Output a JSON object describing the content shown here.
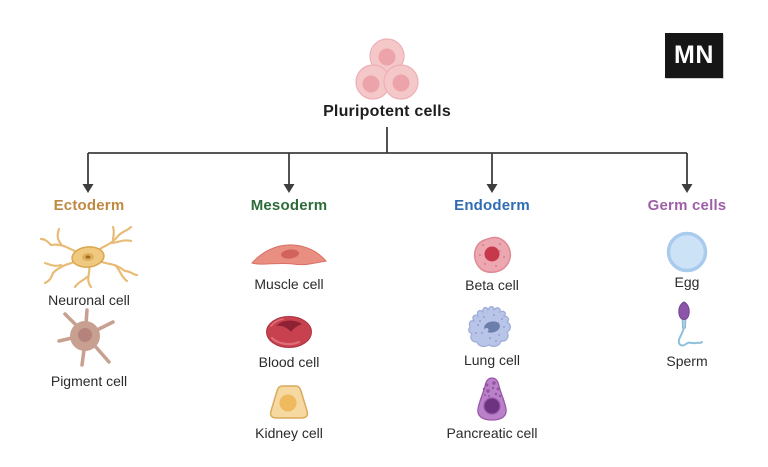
{
  "title": "Pluripotent cells",
  "logo": {
    "text": "MN",
    "bg": "#161616",
    "fg": "#FFFFFF"
  },
  "tree": {
    "line_color": "#3E3E3E"
  },
  "columns": [
    {
      "header": "Ectoderm",
      "color": "#BE8A42",
      "cells": [
        {
          "label": "Neuronal cell",
          "icon": "neuron-icon"
        },
        {
          "label": "Pigment cell",
          "icon": "pigment-cell-icon"
        }
      ]
    },
    {
      "header": "Mesoderm",
      "color": "#2E6B3B",
      "cells": [
        {
          "label": "Muscle cell",
          "icon": "muscle-cell-icon"
        },
        {
          "label": "Blood cell",
          "icon": "blood-cell-icon"
        },
        {
          "label": "Kidney cell",
          "icon": "kidney-cell-icon"
        }
      ]
    },
    {
      "header": "Endoderm",
      "color": "#2F6CB3",
      "cells": [
        {
          "label": "Beta cell",
          "icon": "beta-cell-icon"
        },
        {
          "label": "Lung cell",
          "icon": "lung-cell-icon"
        },
        {
          "label": "Pancreatic cell",
          "icon": "pancreatic-cell-icon"
        }
      ]
    },
    {
      "header": "Germ cells",
      "color": "#9F5FA8",
      "cells": [
        {
          "label": "Egg",
          "icon": "egg-cell-icon"
        },
        {
          "label": "Sperm",
          "icon": "sperm-cell-icon"
        }
      ]
    }
  ],
  "palette": {
    "pluripotent_body": "#F4C7C9",
    "pluripotent_outline": "#EDAFB4",
    "pluripotent_nucleus": "#ECA4AA",
    "neuron_body": "#F0C980",
    "neuron_branch": "#E8BC77",
    "neuron_outline": "#D9A750",
    "neuron_nucleus": "#DFAE59",
    "pigment_body": "#C8A091",
    "pigment_nucleus": "#B5837B",
    "muscle_body": "#E98F81",
    "muscle_nucleus": "#D2625D",
    "blood_body": "#C8414F",
    "blood_shadow": "#8E2133",
    "blood_highlight": "#DE6E77",
    "kidney_body": "#F5D9A1",
    "kidney_outline": "#DAAA5C",
    "kidney_nucleus": "#EFB95E",
    "beta_body": "#ECA7B0",
    "beta_outline": "#DE8995",
    "beta_nucleus": "#C5394B",
    "lung_body": "#B9C5E8",
    "lung_outline": "#9DACD8",
    "lung_nucleus": "#6C7EAC",
    "pancreatic_body": "#B981C7",
    "pancreatic_outline": "#9B58AB",
    "pancreatic_nucleus": "#6E3380",
    "egg_fill": "#CCE2F6",
    "egg_ring": "#A9CBED",
    "sperm_head": "#8B55A8",
    "sperm_tail": "#8FC0DA"
  }
}
